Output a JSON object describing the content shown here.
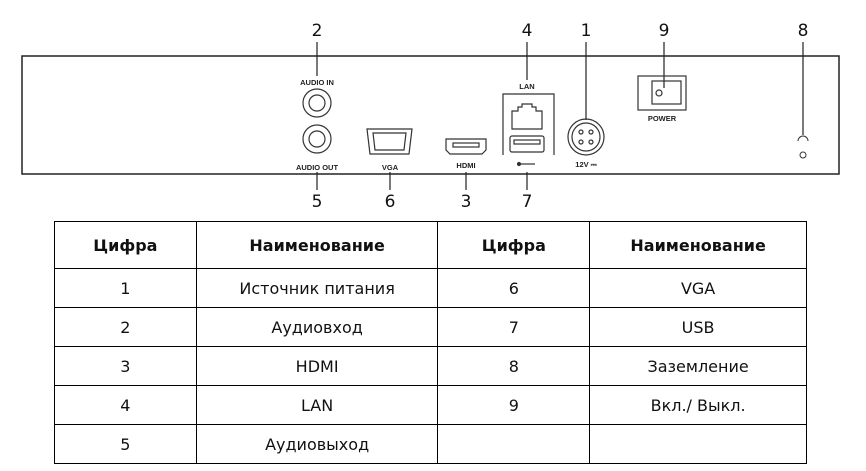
{
  "diagram": {
    "callouts": {
      "c1": "1",
      "c2": "2",
      "c3": "3",
      "c4": "4",
      "c5": "5",
      "c6": "6",
      "c7": "7",
      "c8": "8",
      "c9": "9"
    },
    "labels": {
      "audio_in": "AUDIO IN",
      "audio_out": "AUDIO OUT",
      "vga": "VGA",
      "hdmi": "HDMI",
      "lan": "LAN",
      "power_dc": "12V ⎓",
      "power": "POWER"
    }
  },
  "table": {
    "headers": [
      "Цифра",
      "Наименование",
      "Цифра",
      "Наименование"
    ],
    "rows": [
      [
        "1",
        "Источник питания",
        "6",
        "VGA"
      ],
      [
        "2",
        "Аудиовход",
        "7",
        "USB"
      ],
      [
        "3",
        "HDMI",
        "8",
        "Заземление"
      ],
      [
        "4",
        "LAN",
        "9",
        "Вкл./ Выкл."
      ],
      [
        "5",
        "Аудиовыход",
        "",
        ""
      ]
    ]
  }
}
